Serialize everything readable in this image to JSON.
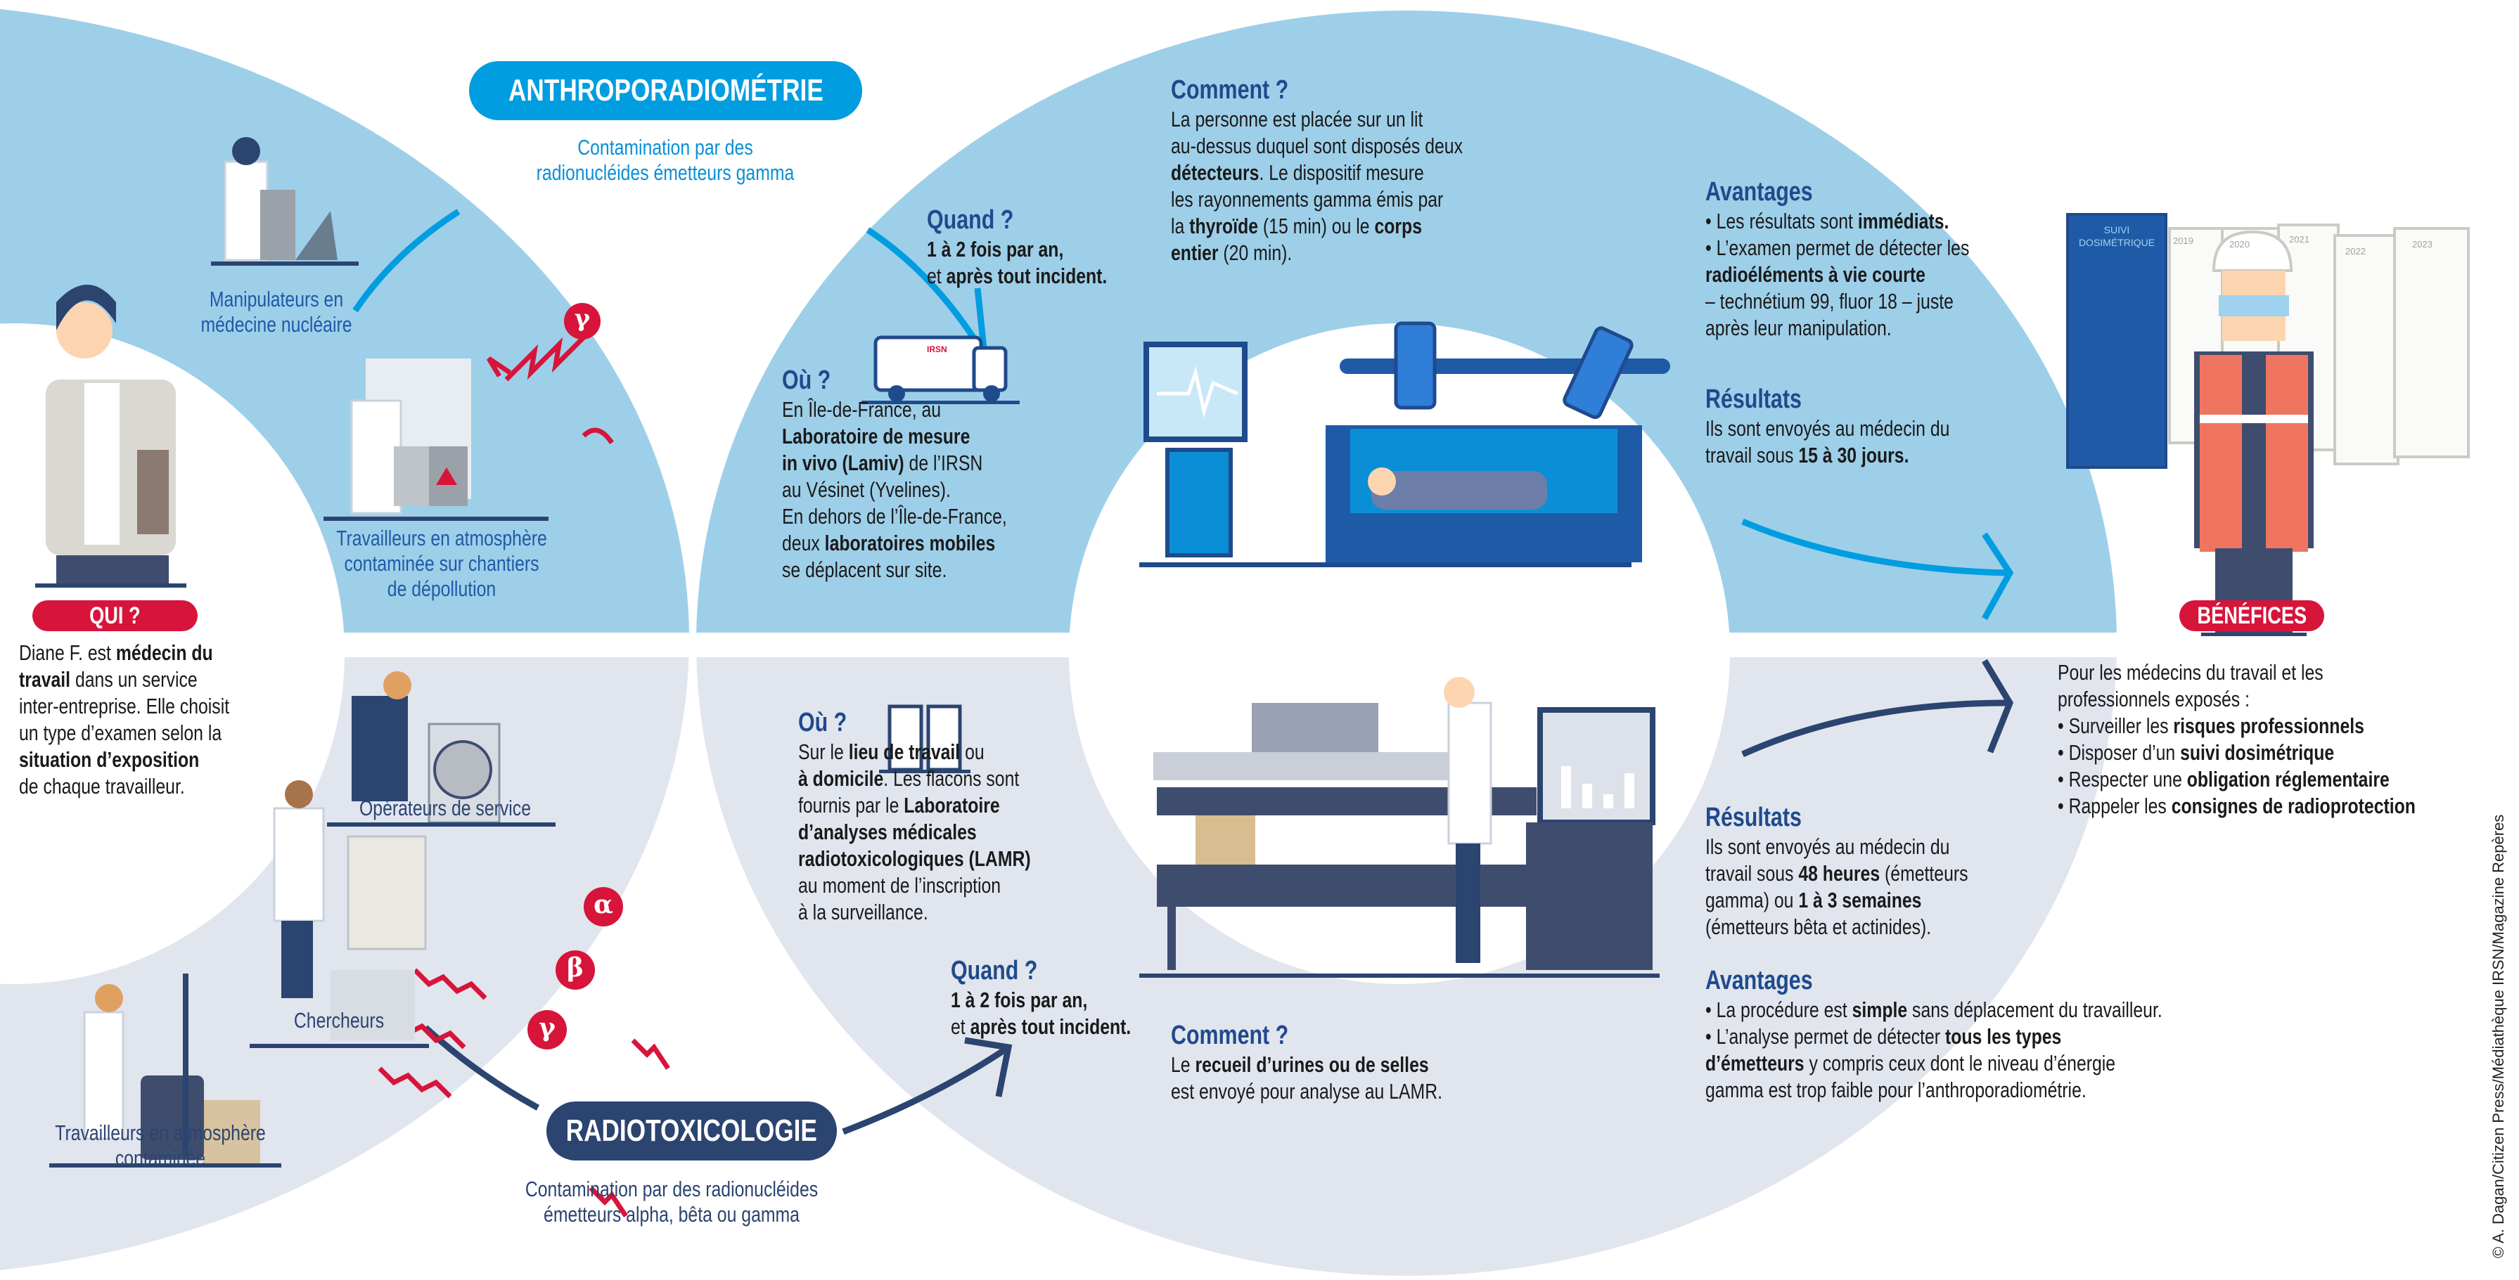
{
  "colors": {
    "light_blue": "#9ecfe9",
    "cyan": "#009de0",
    "light_grey": "#e1e5ee",
    "navy": "#2b4470",
    "red": "#d7143a",
    "heading": "#1f4a8c"
  },
  "anthropo": {
    "title": "ANTHROPORADIOMÉTRIE",
    "subtitle": [
      "Contamination par des",
      "radionucléides émetteurs gamma"
    ],
    "quand": {
      "heading": "Quand ?",
      "lines": [
        "1 à 2 fois par an,",
        "et après tout incident."
      ]
    },
    "ou": {
      "heading": "Où ?",
      "lines": [
        "En Île-de-France, au",
        "Laboratoire de mesure",
        "in vivo (Lamiv) de l’IRSN",
        "au Vésinet (Yvelines).",
        "En dehors de l’Île-de-France,",
        "deux laboratoires mobiles",
        "se déplacent sur site."
      ],
      "truck_label": "IRSN"
    },
    "comment": {
      "heading": "Comment ?",
      "lines": [
        "La personne est placée sur un lit",
        "au-dessus duquel sont disposés deux",
        "détecteurs. Le dispositif mesure",
        "les rayonnements gamma émis par",
        "la thyroïde (15 min) ou le corps",
        "entier (20 min)."
      ]
    },
    "avantages": {
      "heading": "Avantages",
      "lines": [
        "• Les résultats sont immédiats.",
        "• L’examen permet de détecter les",
        "radioéléments à vie courte",
        "– technétium 99, fluor 18 – juste",
        "après leur manipulation."
      ]
    },
    "resultats": {
      "heading": "Résultats",
      "lines": [
        "Ils sont envoyés au médecin du",
        "travail sous 15 à 30 jours."
      ]
    }
  },
  "radiotox": {
    "title": "RADIOTOXICOLOGIE",
    "subtitle": [
      "Contamination par des radionucléides",
      "émetteurs alpha, bêta ou gamma"
    ],
    "ou": {
      "heading": "Où ?",
      "lines": [
        "Sur le lieu de travail ou",
        "à domicile. Les flacons sont",
        "fournis par le Laboratoire",
        "d’analyses médicales",
        "radiotoxicologiques (LAMR)",
        "au moment de l’inscription",
        "à la surveillance."
      ]
    },
    "quand": {
      "heading": "Quand ?",
      "lines": [
        "1 à 2 fois par an,",
        "et après tout incident."
      ]
    },
    "comment": {
      "heading": "Comment ?",
      "lines": [
        "Le recueil d’urines ou de selles",
        "est envoyé pour analyse au LAMR."
      ]
    },
    "resultats": {
      "heading": "Résultats",
      "lines": [
        "Ils sont envoyés au médecin du",
        "travail sous 48 heures (émetteurs",
        "gamma) ou 1 à 3 semaines",
        "(émetteurs bêta et actinides)."
      ]
    },
    "avantages": {
      "heading": "Avantages",
      "lines": [
        "• La procédure est simple sans déplacement du travailleur.",
        "• L’analyse permet de détecter tous les types",
        "d’émetteurs y compris ceux dont le niveau d’énergie",
        "gamma est trop faible pour l’anthroporadiométrie."
      ]
    }
  },
  "qui": {
    "label": "QUI ?",
    "lines": [
      "Diane F. est médecin du",
      "travail dans un service",
      "inter-entreprise. Elle choisit",
      "un type d’examen selon la",
      "situation d’exposition",
      "de chaque travailleur."
    ]
  },
  "workers": {
    "manipulateurs": [
      "Manipulateurs en",
      "médecine nucléaire"
    ],
    "chantiers": [
      "Travailleurs en atmosphère",
      "contaminée sur chantiers",
      "de dépollution"
    ],
    "operateurs": [
      "Opérateurs de service"
    ],
    "chercheurs": [
      "Chercheurs"
    ],
    "contaminee": [
      "Travailleurs en atmosphère",
      "contaminée"
    ]
  },
  "radiation_symbols": {
    "top": [
      "γ"
    ],
    "bottom": [
      "α",
      "β",
      "γ"
    ]
  },
  "benefices": {
    "label": "BÉNÉFICES",
    "intro": [
      "Pour les médecins du travail et les",
      "professionnels exposés :"
    ],
    "items": [
      "• Surveiller les risques professionnels",
      "• Disposer d’un suivi dosimétrique",
      "• Respecter une obligation réglementaire",
      "• Rappeler les consignes de radioprotection"
    ],
    "binder_label": [
      "SUIVI",
      "DOSIMÉTRIQUE"
    ],
    "years": [
      "2019",
      "2020",
      "2021",
      "2022",
      "2023"
    ]
  },
  "credit": "© A. Dagan/Citizen Press/Médiathèque IRSN/Magazine Repères"
}
